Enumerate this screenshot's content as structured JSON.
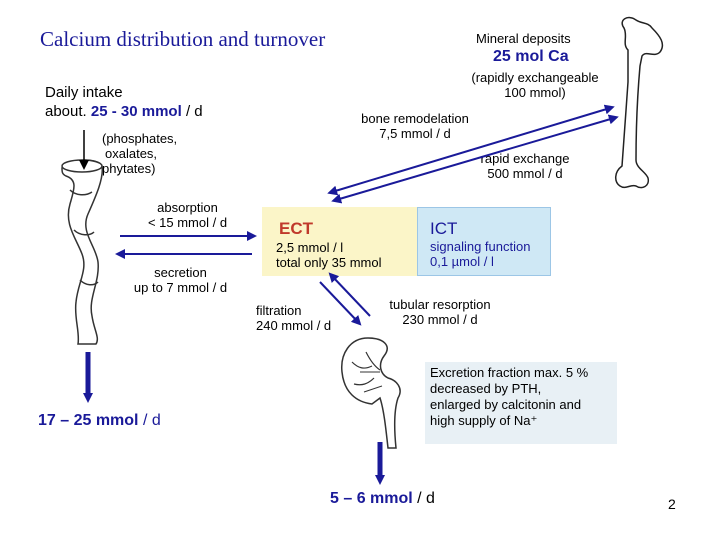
{
  "title": "Calcium distribution and turnover",
  "mineral": {
    "heading": "Mineral deposits",
    "amount": "25 mol Ca",
    "note_line1": "(rapidly exchangeable",
    "note_line2": "100 mmol)"
  },
  "intake": {
    "line1": "Daily intake",
    "prefix": "about.",
    "amount": "25 - 30 mmol",
    "unit": "/ d"
  },
  "binders": {
    "line1": "(phosphates,",
    "line2": "oxalates,",
    "line3": "phytates)"
  },
  "bone_remodelation": {
    "line1": "bone remodelation",
    "line2": "7,5 mmol / d"
  },
  "rapid_exchange": {
    "line1": "rapid exchange",
    "line2": "500 mmol / d"
  },
  "absorption": {
    "line1": "absorption",
    "line2": "< 15 mmol / d"
  },
  "secretion": {
    "line1": "secretion",
    "line2": "up to 7 mmol / d"
  },
  "ect": {
    "label": "ECT",
    "line1": "2,5 mmol / l",
    "line2": "total only 35 mmol"
  },
  "ict": {
    "label": "ICT",
    "line1": "signaling function",
    "line2": "0,1 µmol / l"
  },
  "filtration": {
    "line1": "filtration",
    "line2": "240 mmol / d"
  },
  "tubular": {
    "line1": "tubular resorption",
    "line2": "230 mmol / d"
  },
  "excretion": {
    "line1": "Excretion fraction max. 5 %",
    "line2": "decreased by PTH,",
    "line3": "enlarged by calcitonin and",
    "line4": "high supply of Na⁺"
  },
  "fecal": {
    "amount": "17 – 25 mmol",
    "unit": "/ d"
  },
  "urine": {
    "amount": "5 – 6 mmol",
    "unit": "/ d"
  },
  "page_number": "2",
  "colors": {
    "accent_blue": "#1a1a99",
    "ect_fill": "#fbf5c8",
    "ict_fill": "#cfe8f5",
    "excretion_fill": "#e8f0f5"
  }
}
